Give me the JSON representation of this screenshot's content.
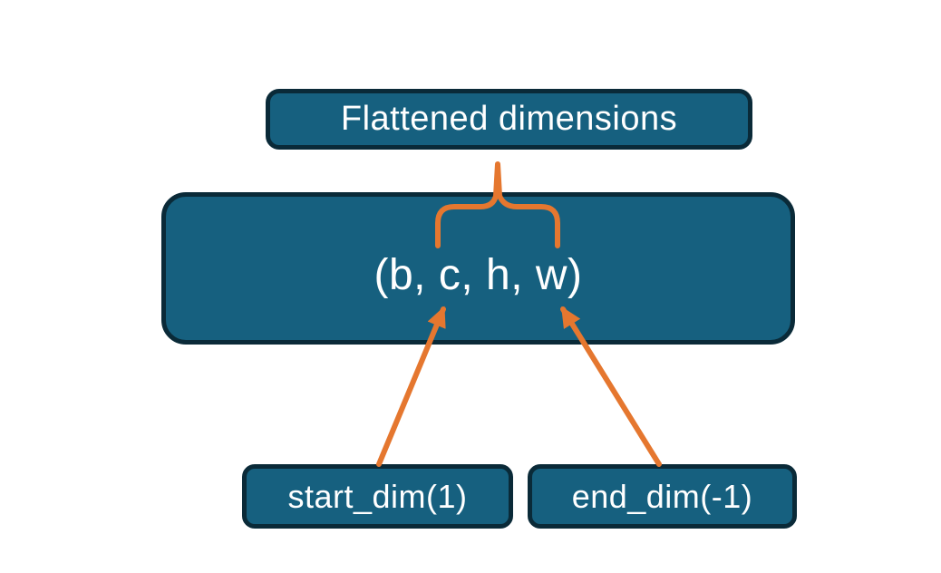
{
  "diagram": {
    "top_box": {
      "label": "Flattened dimensions"
    },
    "main_box": {
      "label": "(b, c, h, w)"
    },
    "bottom_boxes": [
      {
        "label": "start_dim(1)"
      },
      {
        "label": "end_dim(-1)"
      }
    ],
    "graphics": {
      "brace": "curly-brace-pointing-up",
      "start_arrow": "arrow-up-right",
      "end_arrow": "arrow-up-left"
    }
  },
  "colors": {
    "box_fill": "#16607F",
    "box_border": "#0A2A38",
    "accent_orange": "#E5772F",
    "label_text": "#FFFFFF",
    "background": "#FFFFFF"
  }
}
